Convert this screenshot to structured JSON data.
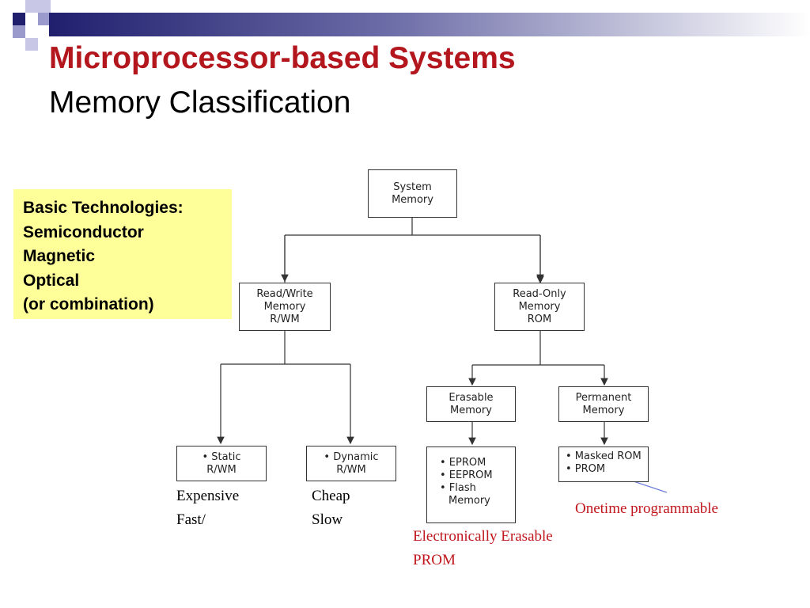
{
  "slide": {
    "title_main": "Microprocessor-based Systems",
    "title_sub": "Memory Classification",
    "accent_color": "#b3161c",
    "decor_color": "#1f1f6e"
  },
  "note": {
    "lines": [
      "Basic Technologies:",
      "Semiconductor",
      "Magnetic",
      "Optical",
      "(or combination)"
    ],
    "background": "#ffff99"
  },
  "tree": {
    "root": [
      "System",
      "Memory"
    ],
    "rw": [
      "Read/Write",
      "Memory",
      "R/WM"
    ],
    "ro": [
      "Read-Only",
      "Memory",
      "ROM"
    ],
    "erasable": [
      "Erasable",
      "Memory"
    ],
    "permanent": [
      "Permanent",
      "Memory"
    ],
    "static": [
      "• Static",
      "R/WM"
    ],
    "dynamic": [
      "• Dynamic",
      "R/WM"
    ],
    "erasable_list": [
      "• EPROM",
      "• EEPROM",
      "• Flash",
      "Memory"
    ],
    "permanent_list": [
      "• Masked ROM",
      "• PROM"
    ]
  },
  "annotations": {
    "static": [
      "Expensive",
      "Fast/"
    ],
    "dynamic": [
      "Cheap",
      "Slow"
    ],
    "eeprom": [
      "Electronically Erasable",
      "PROM"
    ],
    "prom": "Onetime programmable",
    "highlight_color": "#c0161c"
  }
}
